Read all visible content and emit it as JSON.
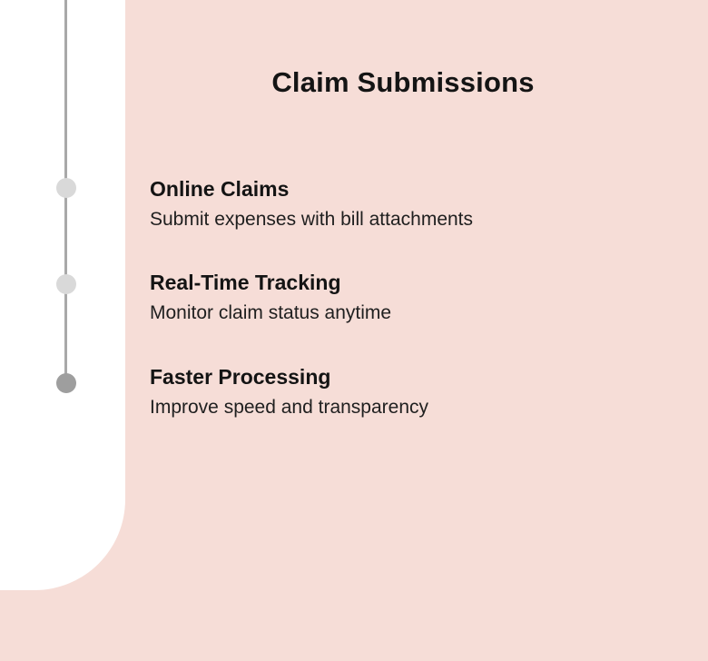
{
  "page": {
    "title": "Claim Submissions"
  },
  "timeline": {
    "items": [
      {
        "heading": "Online Claims",
        "description": "Submit expenses with bill attachments",
        "dot_state": "inactive"
      },
      {
        "heading": "Real-Time Tracking",
        "description": "Monitor claim status anytime",
        "dot_state": "inactive"
      },
      {
        "heading": "Faster Processing",
        "description": "Improve speed and transparency",
        "dot_state": "active"
      }
    ]
  },
  "colors": {
    "background_pink": "#f6ddd7",
    "panel_white": "#ffffff",
    "line_gray": "#a9a9a9",
    "dot_inactive": "#d9d9d9",
    "dot_active": "#9e9e9e",
    "text_dark": "#141414"
  }
}
